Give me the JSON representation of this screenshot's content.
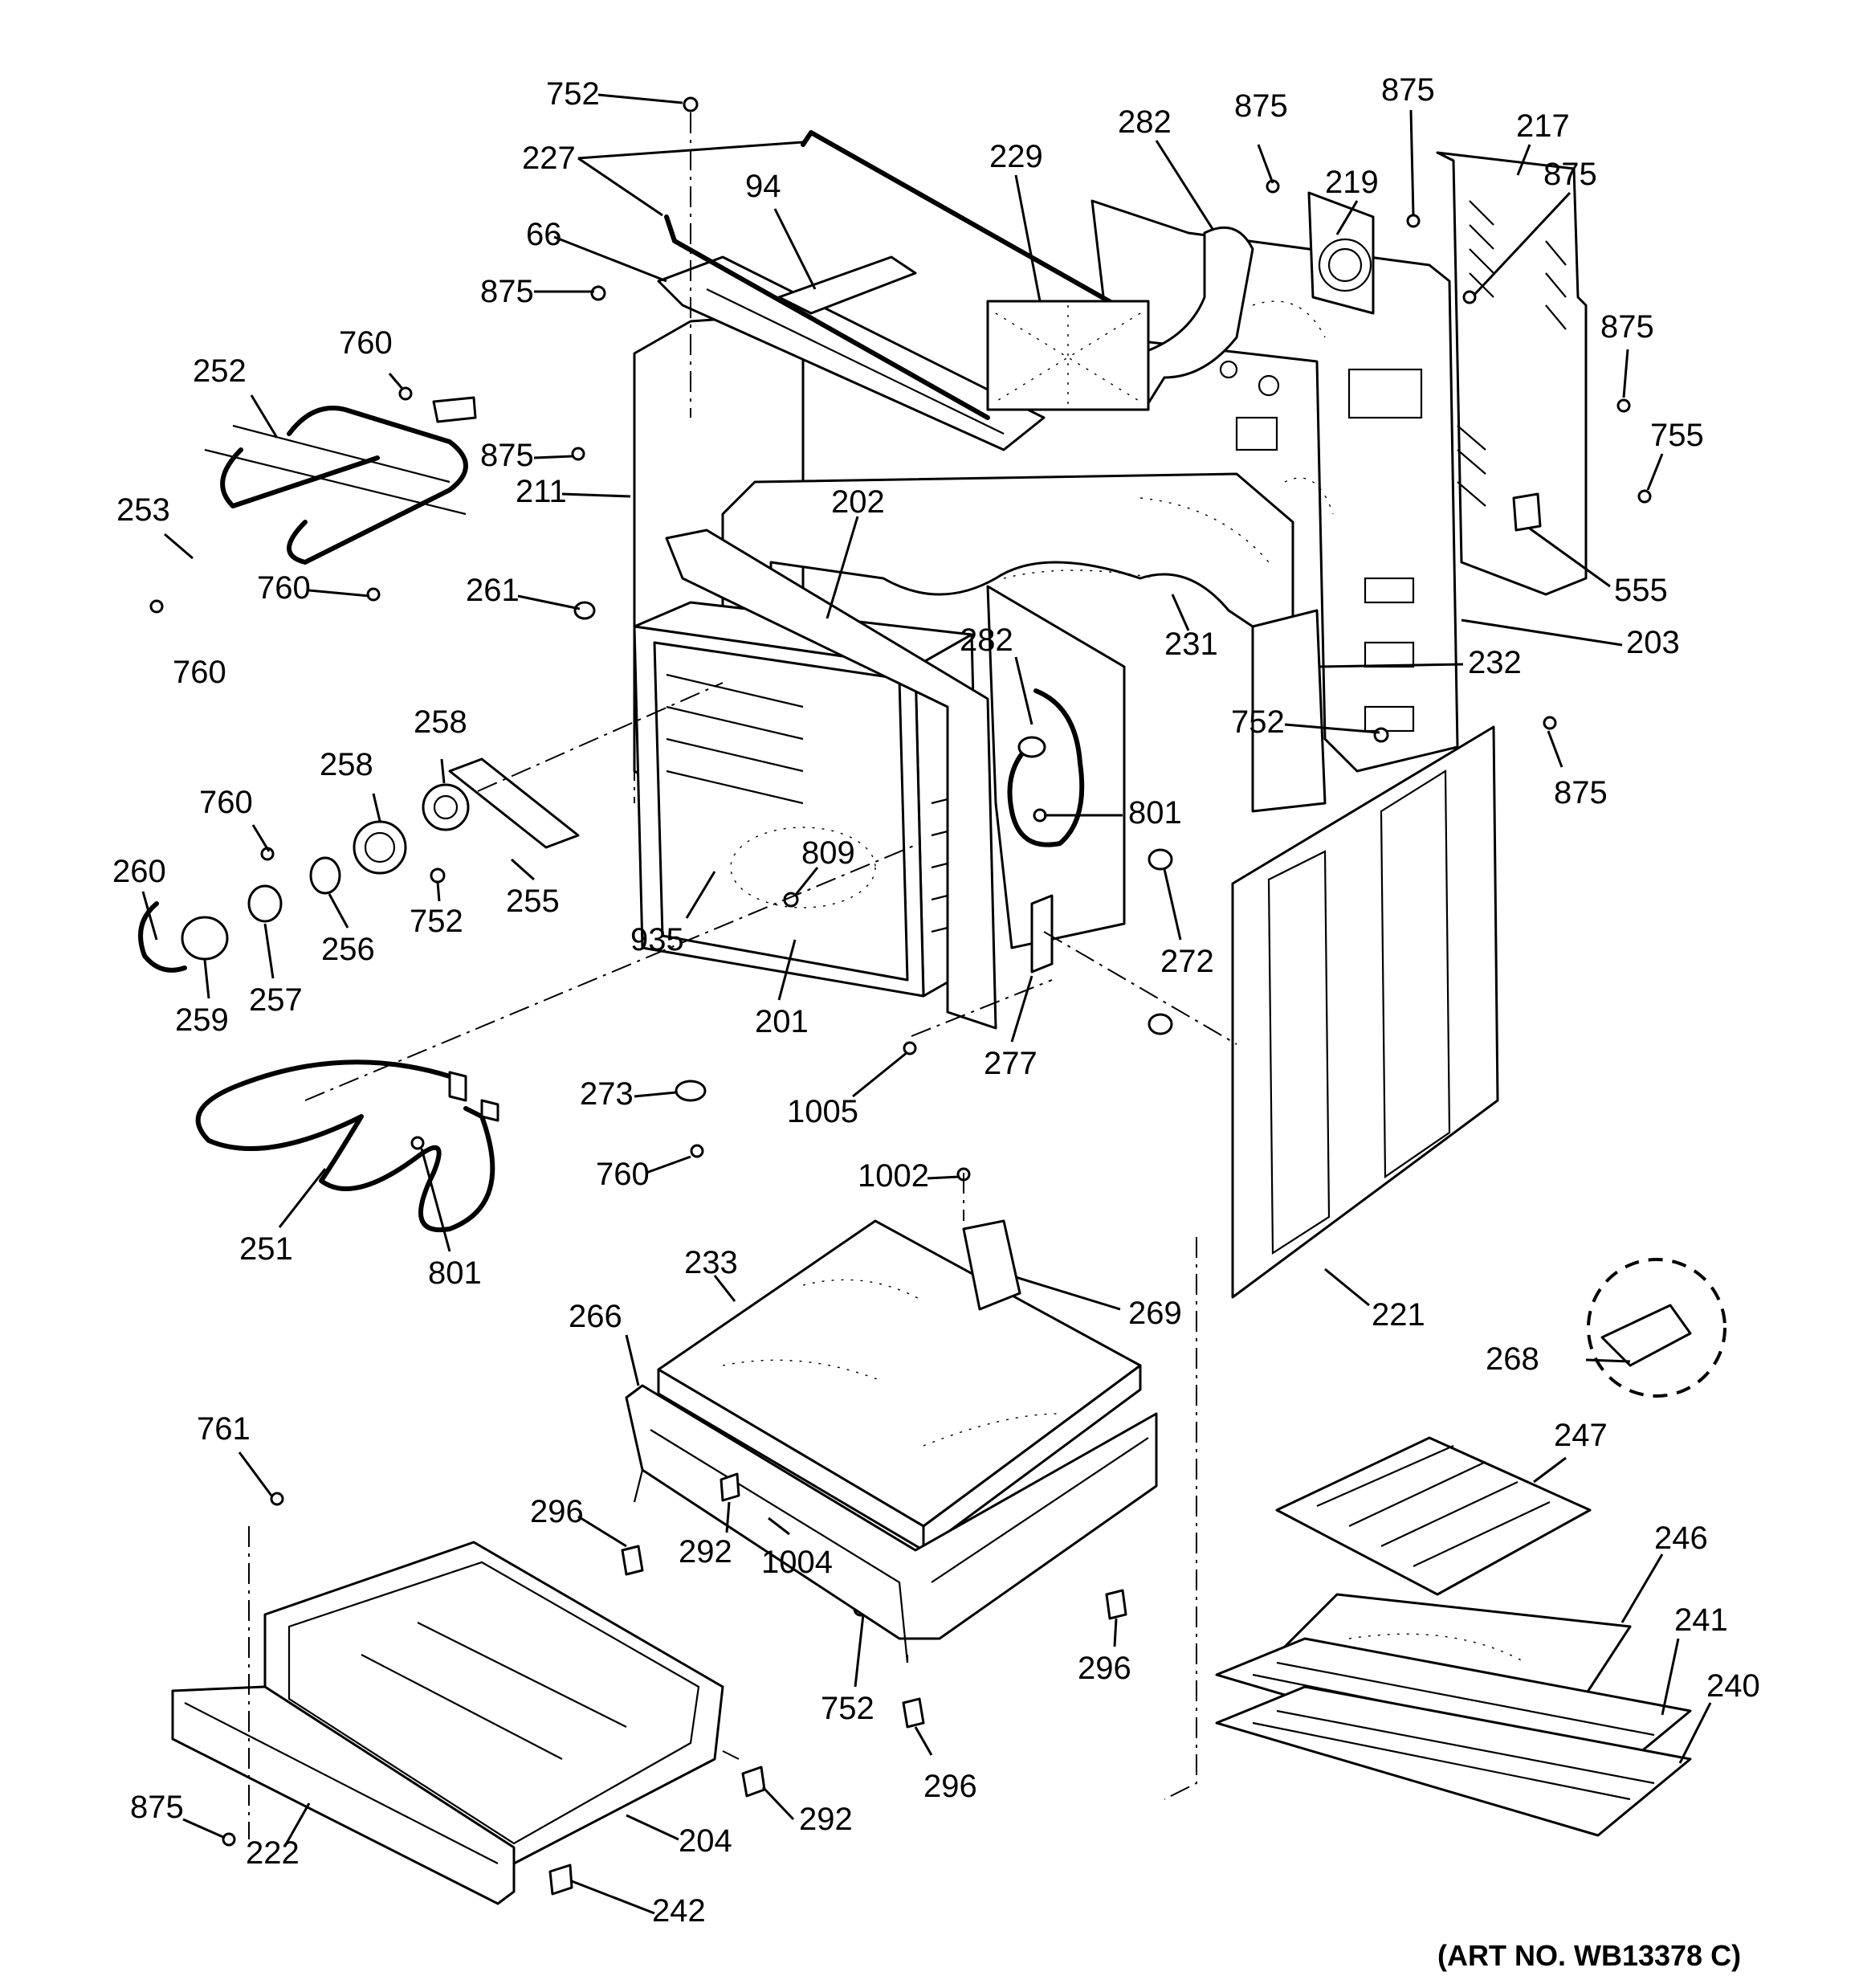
{
  "art_number": "(ART NO. WB13378 C)",
  "callouts": [
    {
      "id": "c1",
      "text": "752"
    },
    {
      "id": "c2",
      "text": "227"
    },
    {
      "id": "c3",
      "text": "94"
    },
    {
      "id": "c4",
      "text": "66"
    },
    {
      "id": "c5",
      "text": "875"
    },
    {
      "id": "c6",
      "text": "229"
    },
    {
      "id": "c7",
      "text": "282"
    },
    {
      "id": "c8",
      "text": "875"
    },
    {
      "id": "c9",
      "text": "219"
    },
    {
      "id": "c10",
      "text": "875"
    },
    {
      "id": "c11",
      "text": "217"
    },
    {
      "id": "c12",
      "text": "875"
    },
    {
      "id": "c13",
      "text": "875"
    },
    {
      "id": "c14",
      "text": "755"
    },
    {
      "id": "c15",
      "text": "760"
    },
    {
      "id": "c16",
      "text": "252"
    },
    {
      "id": "c17",
      "text": "875"
    },
    {
      "id": "c18",
      "text": "211"
    },
    {
      "id": "c19",
      "text": "253"
    },
    {
      "id": "c20",
      "text": "760"
    },
    {
      "id": "c21",
      "text": "760"
    },
    {
      "id": "c22",
      "text": "261"
    },
    {
      "id": "c23",
      "text": "202"
    },
    {
      "id": "c24",
      "text": "231"
    },
    {
      "id": "c25",
      "text": "555"
    },
    {
      "id": "c26",
      "text": "203"
    },
    {
      "id": "c27",
      "text": "232"
    },
    {
      "id": "c28",
      "text": "282"
    },
    {
      "id": "c29",
      "text": "752"
    },
    {
      "id": "c30",
      "text": "875"
    },
    {
      "id": "c31",
      "text": "258"
    },
    {
      "id": "c32",
      "text": "258"
    },
    {
      "id": "c33",
      "text": "760"
    },
    {
      "id": "c34",
      "text": "801"
    },
    {
      "id": "c35",
      "text": "260"
    },
    {
      "id": "c36",
      "text": "809"
    },
    {
      "id": "c37",
      "text": "256"
    },
    {
      "id": "c38",
      "text": "752"
    },
    {
      "id": "c39",
      "text": "255"
    },
    {
      "id": "c40",
      "text": "935"
    },
    {
      "id": "c41",
      "text": "272"
    },
    {
      "id": "c42",
      "text": "257"
    },
    {
      "id": "c43",
      "text": "259"
    },
    {
      "id": "c44",
      "text": "201"
    },
    {
      "id": "c45",
      "text": "277"
    },
    {
      "id": "c46",
      "text": "273"
    },
    {
      "id": "c47",
      "text": "1005"
    },
    {
      "id": "c48",
      "text": "760"
    },
    {
      "id": "c49",
      "text": "1002"
    },
    {
      "id": "c50",
      "text": "251"
    },
    {
      "id": "c51",
      "text": "801"
    },
    {
      "id": "c52",
      "text": "233"
    },
    {
      "id": "c53",
      "text": "269"
    },
    {
      "id": "c54",
      "text": "221"
    },
    {
      "id": "c55",
      "text": "266"
    },
    {
      "id": "c56",
      "text": "268"
    },
    {
      "id": "c57",
      "text": "761"
    },
    {
      "id": "c58",
      "text": "247"
    },
    {
      "id": "c59",
      "text": "296"
    },
    {
      "id": "c60",
      "text": "292"
    },
    {
      "id": "c61",
      "text": "1004"
    },
    {
      "id": "c62",
      "text": "246"
    },
    {
      "id": "c63",
      "text": "296"
    },
    {
      "id": "c64",
      "text": "241"
    },
    {
      "id": "c65",
      "text": "240"
    },
    {
      "id": "c66",
      "text": "752"
    },
    {
      "id": "c67",
      "text": "296"
    },
    {
      "id": "c68",
      "text": "875"
    },
    {
      "id": "c69",
      "text": "222"
    },
    {
      "id": "c70",
      "text": "204"
    },
    {
      "id": "c71",
      "text": "292"
    },
    {
      "id": "c72",
      "text": "242"
    }
  ]
}
